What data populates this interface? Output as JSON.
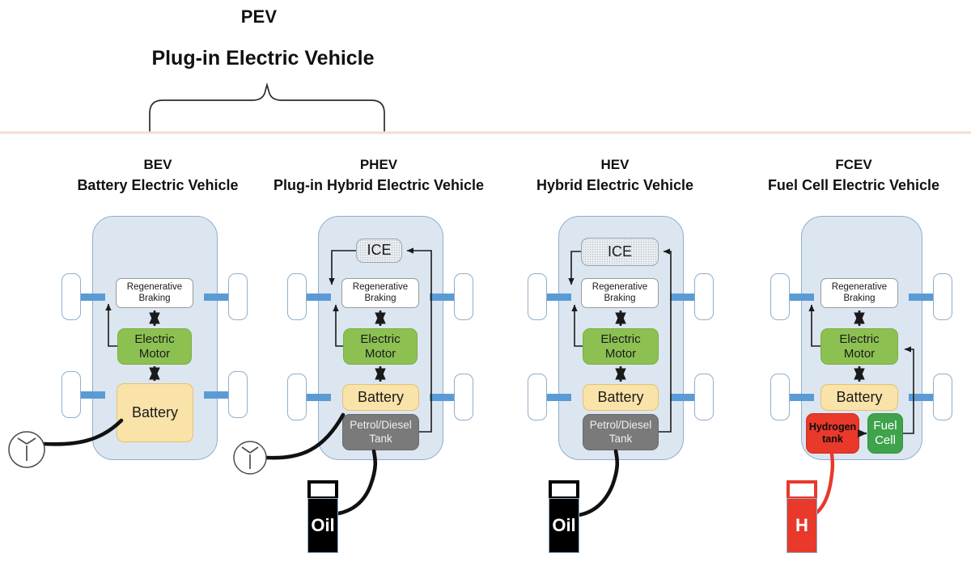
{
  "header": {
    "acronym": "PEV",
    "full_title": "Plug-in Electric Vehicle"
  },
  "columns": [
    {
      "id": "bev",
      "abbr": "BEV",
      "full": "Battery Electric Vehicle",
      "under_pev_brace": true,
      "components": [
        "Regenerative Braking",
        "Electric Motor",
        "Battery"
      ],
      "boxes": {
        "regen": "Regenerative\nBraking",
        "regen_line1": "Regenerative",
        "regen_line2": "Braking",
        "motor_line1": "Electric",
        "motor_line2": "Motor",
        "battery": "Battery"
      },
      "fuel_source": {
        "type": "plug-socket-icon",
        "label": ""
      }
    },
    {
      "id": "phev",
      "abbr": "PHEV",
      "full": "Plug-in Hybrid Electric Vehicle",
      "under_pev_brace": true,
      "components": [
        "ICE",
        "Regenerative Braking",
        "Electric Motor",
        "Battery",
        "Petrol/Diesel Tank"
      ],
      "boxes": {
        "ice": "ICE",
        "regen_line1": "Regenerative",
        "regen_line2": "Braking",
        "motor_line1": "Electric",
        "motor_line2": "Motor",
        "battery": "Battery",
        "tank_line1": "Petrol/Diesel",
        "tank_line2": "Tank"
      },
      "fuel_source": {
        "type": "plug-socket-icon",
        "label": ""
      },
      "fuel_source_2": {
        "type": "oil-pump-icon",
        "label": "Oil"
      }
    },
    {
      "id": "hev",
      "abbr": "HEV",
      "full": "Hybrid Electric Vehicle",
      "under_pev_brace": false,
      "components": [
        "ICE",
        "Regenerative Braking",
        "Electric Motor",
        "Battery",
        "Petrol/Diesel Tank"
      ],
      "boxes": {
        "ice": "ICE",
        "regen_line1": "Regenerative",
        "regen_line2": "Braking",
        "motor_line1": "Electric",
        "motor_line2": "Motor",
        "battery": "Battery",
        "tank_line1": "Petrol/Diesel",
        "tank_line2": "Tank"
      },
      "fuel_source": {
        "type": "oil-pump-icon",
        "label": "Oil"
      }
    },
    {
      "id": "fcev",
      "abbr": "FCEV",
      "full": "Fuel Cell Electric Vehicle",
      "under_pev_brace": false,
      "components": [
        "Regenerative Braking",
        "Electric Motor",
        "Battery",
        "Hydrogen tank",
        "Fuel Cell"
      ],
      "boxes": {
        "regen_line1": "Regenerative",
        "regen_line2": "Braking",
        "motor_line1": "Electric",
        "motor_line2": "Motor",
        "battery": "Battery",
        "h2_line1": "Hydrogen",
        "h2_line2": "tank",
        "fc_line1": "Fuel",
        "fc_line2": "Cell"
      },
      "fuel_source": {
        "type": "hydrogen-pump-icon",
        "label": "H"
      }
    }
  ],
  "colors": {
    "car_body": "#DCE6F1",
    "car_border": "#8FAFCB",
    "axle": "#5B9BD5",
    "motor_green": "#8CC152",
    "battery_yellow": "#FAE3A8",
    "tank_gray": "#7A7A7A",
    "ice_gray": "#E9EDF2",
    "hydrogen_red": "#E8392B",
    "fuelcell_green": "#3EA34B",
    "divider": "#F3DED2",
    "arrow": "#1a1a1a",
    "oil_black": "#000000"
  }
}
